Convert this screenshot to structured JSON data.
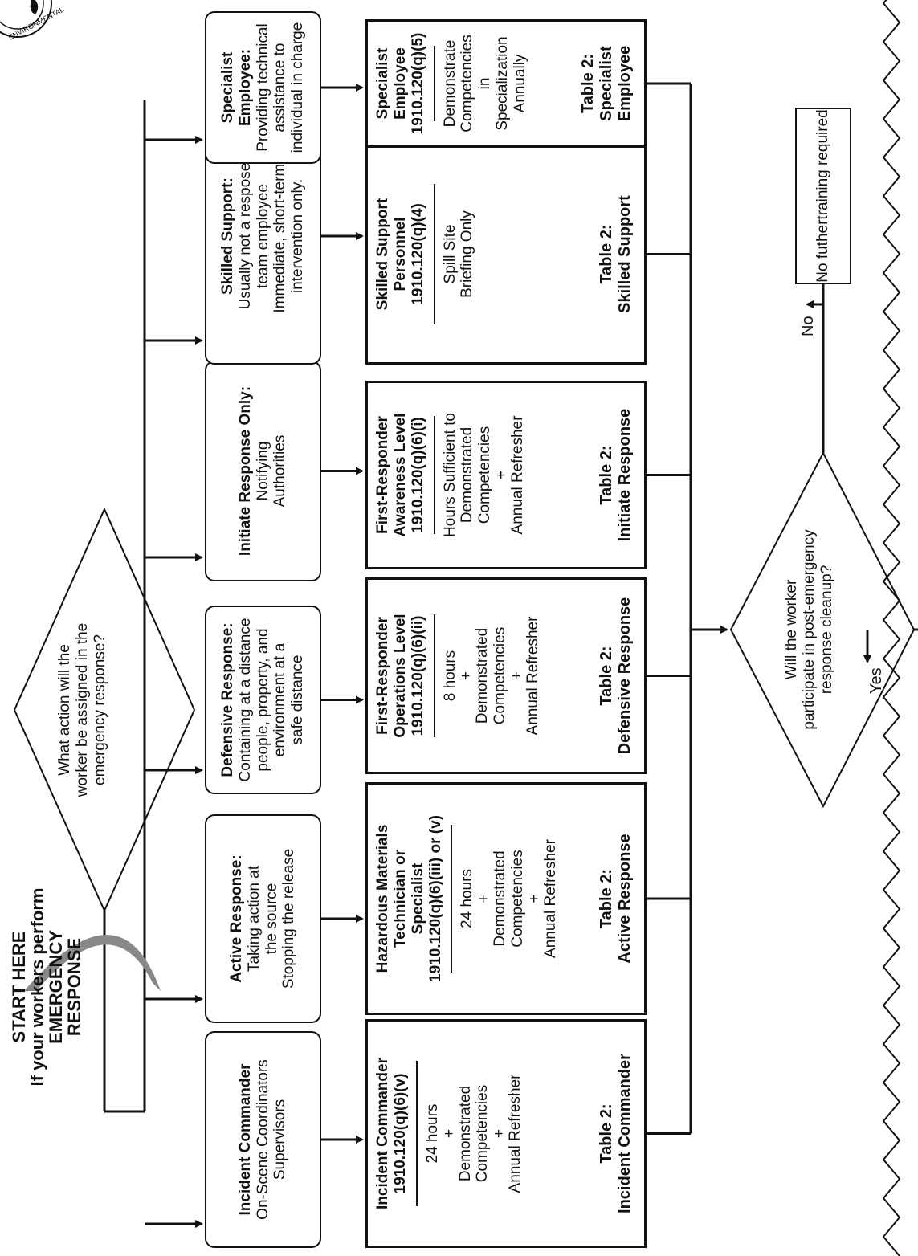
{
  "start": {
    "line1": "START HERE",
    "line2": "If your workers perform",
    "line3": "EMERGENCY",
    "line4": "RESPONSE"
  },
  "decision1": {
    "line1": "What action will the",
    "line2": "worker be assigned in the",
    "line3": "emergency response?"
  },
  "roles": [
    {
      "title": "Incident Commander",
      "lines": [
        "On-Scene Coordinators",
        "Supervisors"
      ]
    },
    {
      "title": "Active Response:",
      "lines": [
        "Taking action at",
        "the source",
        "Stopping the release"
      ]
    },
    {
      "title": "Defensive Response:",
      "lines": [
        "Containing at a distance",
        "people, property, and",
        "environment at a",
        "safe distance"
      ]
    },
    {
      "title": "Initiate Response Only:",
      "lines": [
        "Notifying",
        "Authorities"
      ]
    },
    {
      "title": "Skilled Support:",
      "lines": [
        "Usually not a respose",
        "team employee",
        "Immediate, short-term,",
        "intervention only."
      ]
    },
    {
      "title": "Specialist Employee:",
      "lines": [
        "Providing technical",
        "assistance to",
        "individual in charge"
      ]
    }
  ],
  "standards": [
    {
      "head": [
        "Incident Commander",
        "1910.120(q)(6)(v)"
      ],
      "body": [
        "24 hours",
        "+",
        "Demonstrated",
        "Competencies",
        "+",
        "Annual Refresher"
      ],
      "table": [
        "Table 2:",
        "Incident Commander"
      ]
    },
    {
      "head": [
        "Hazardous Materials",
        "Technician or",
        "Specialist",
        "1910.120(q)(6)(iii) or (v)"
      ],
      "body": [
        "24 hours",
        "+",
        "Demonstrated",
        "Competencies",
        "+",
        "Annual Refresher"
      ],
      "table": [
        "Table 2:",
        "Active Response"
      ]
    },
    {
      "head": [
        "First-Responder",
        "Operations Level",
        "1910.120(q)(6)(ii)"
      ],
      "body": [
        "8 hours",
        "+",
        "Demonstrated",
        "Competencies",
        "+",
        "Annual Refresher"
      ],
      "table": [
        "Table 2:",
        "Defensive Response"
      ]
    },
    {
      "head": [
        "First-Responder",
        "Awareness Level",
        "1910.120(q)(6)(i)"
      ],
      "body": [
        "Hours Sufficient to",
        "Demonstrated",
        "Competencies",
        "+",
        "Annual Refresher"
      ],
      "table": [
        "Table 2:",
        "Initiate Response"
      ]
    },
    {
      "head": [
        "Skilled Support",
        "Personnel",
        "1910.120(q)(4)"
      ],
      "body": [
        "Spill Site",
        "Briefing Only"
      ],
      "table": [
        "Table 2:",
        "Skilled Support"
      ]
    },
    {
      "head": [
        "Specialist",
        "Employee",
        "1910.120(q)(5)"
      ],
      "body": [
        "Demonstrate",
        "Competencies in",
        "Specialization",
        "Annually"
      ],
      "table": [
        "Table 2:",
        "Specialist Employee"
      ]
    }
  ],
  "decision2": {
    "line1": "Will the worker",
    "line2": "participate in post-emergency",
    "line3": "response cleanup?"
  },
  "no_label": "No",
  "yes_label": "Yes",
  "no_box": {
    "line1": "No futher",
    "line2": "training required"
  },
  "logo_text": "ENVIRONMENTAL"
}
